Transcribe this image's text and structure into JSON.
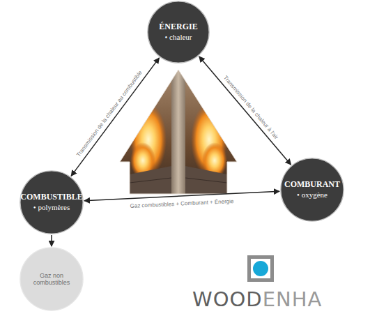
{
  "diagram": {
    "nodes": [
      {
        "text": [
          "ÉNERGIE",
          "• chaleur"
        ]
      },
      {
        "text": [
          "COMBUSTIBLE",
          "• polymères"
        ]
      },
      {
        "text": [
          "COMBURANT",
          "• oxygène"
        ]
      },
      {
        "text": [
          "Gaz non combustibles"
        ]
      }
    ],
    "edges": [
      {
        "from": 1,
        "to": 0,
        "label": "Transmission de la chaleur au combustible",
        "arrow": "both"
      },
      {
        "from": 0,
        "to": 2,
        "label": "Transmission de la chaleur à l'air",
        "arrow": "both"
      },
      {
        "from": 1,
        "to": 2,
        "label": "Gaz combustibles + Comburant + Énergie",
        "arrow": "both"
      },
      {
        "from": 1,
        "to": 3,
        "arrow": "to"
      }
    ],
    "labels": [
      "WOOD",
      "ENHA"
    ]
  }
}
